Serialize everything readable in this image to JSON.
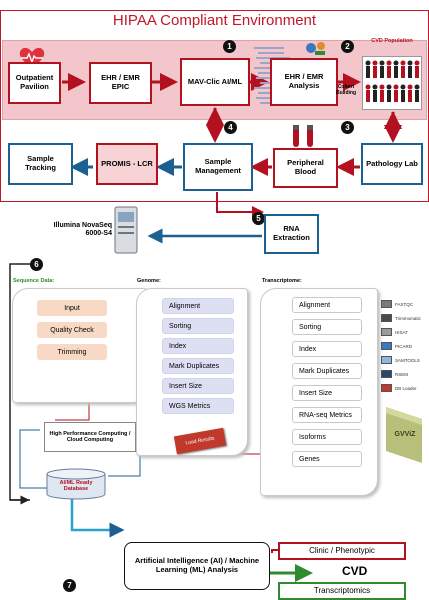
{
  "title": "HIPAA Compliant Environment",
  "flow": {
    "outpatient": "Outpatient Pavilion",
    "ehr_epic": "EHR / EMR EPIC",
    "mavclic": "MAV-Clic AI/ML",
    "ehr_analysis": "EHR / EMR Analysis",
    "cohort": "Cohort Building",
    "cvd_population": "CVD Population",
    "sample_tracking": "Sample Tracking",
    "promis": "PROMIS - LCR",
    "sample_management": "Sample Management",
    "peripheral_blood": "Peripheral Blood",
    "pathology": "Pathology Lab",
    "rna_extraction": "RNA Extraction",
    "illumina": "Illumina NovaSeq 6000-S4"
  },
  "steps": [
    "1",
    "2",
    "3",
    "4",
    "5",
    "6",
    "7"
  ],
  "pipeline": {
    "sequence_title": "Sequence Data:",
    "sequence_steps": [
      "Input",
      "Quality Check",
      "Trimming"
    ],
    "genome_title": "Genome:",
    "genome_steps": [
      "Alignment",
      "Sorting",
      "Index",
      "Mark Duplicates",
      "Insert Size",
      "WGS Metrics"
    ],
    "load_results": "Load Results",
    "transcriptome_title": "Transcriptome:",
    "transcriptome_steps": [
      "Alignment",
      "Sorting",
      "Index",
      "Mark Duplicates",
      "Insert Size",
      "RNA-seq Metrics",
      "Isoforms",
      "Genes"
    ],
    "hpc": "High Performance Computing / Cloud Computing",
    "database": "AI/ML Ready Database",
    "gvviz": "GVViZ"
  },
  "legend": [
    {
      "label": "FASTQC",
      "color": "#7a7a7a"
    },
    {
      "label": "Trimmomatic",
      "color": "#4a4a4a"
    },
    {
      "label": "HISAT",
      "color": "#9a9a9a"
    },
    {
      "label": "PICARD",
      "color": "#3a78c2"
    },
    {
      "label": "SAMTOOLS",
      "color": "#8fb6de"
    },
    {
      "label": "RSEM",
      "color": "#27486e"
    },
    {
      "label": "DB Loader",
      "color": "#c0392b"
    }
  ],
  "bottom": {
    "aiml": "Artificial Intelligence (AI) / Machine Learning (ML) Analysis",
    "clinic": "Clinic / Phenotypic",
    "cvd": "CVD",
    "transcriptomics": "Transcriptomics"
  },
  "colors": {
    "red": "#b3111f",
    "blue": "#1c5f91",
    "green": "#2e8b2e",
    "teal": "#29a3c7"
  }
}
